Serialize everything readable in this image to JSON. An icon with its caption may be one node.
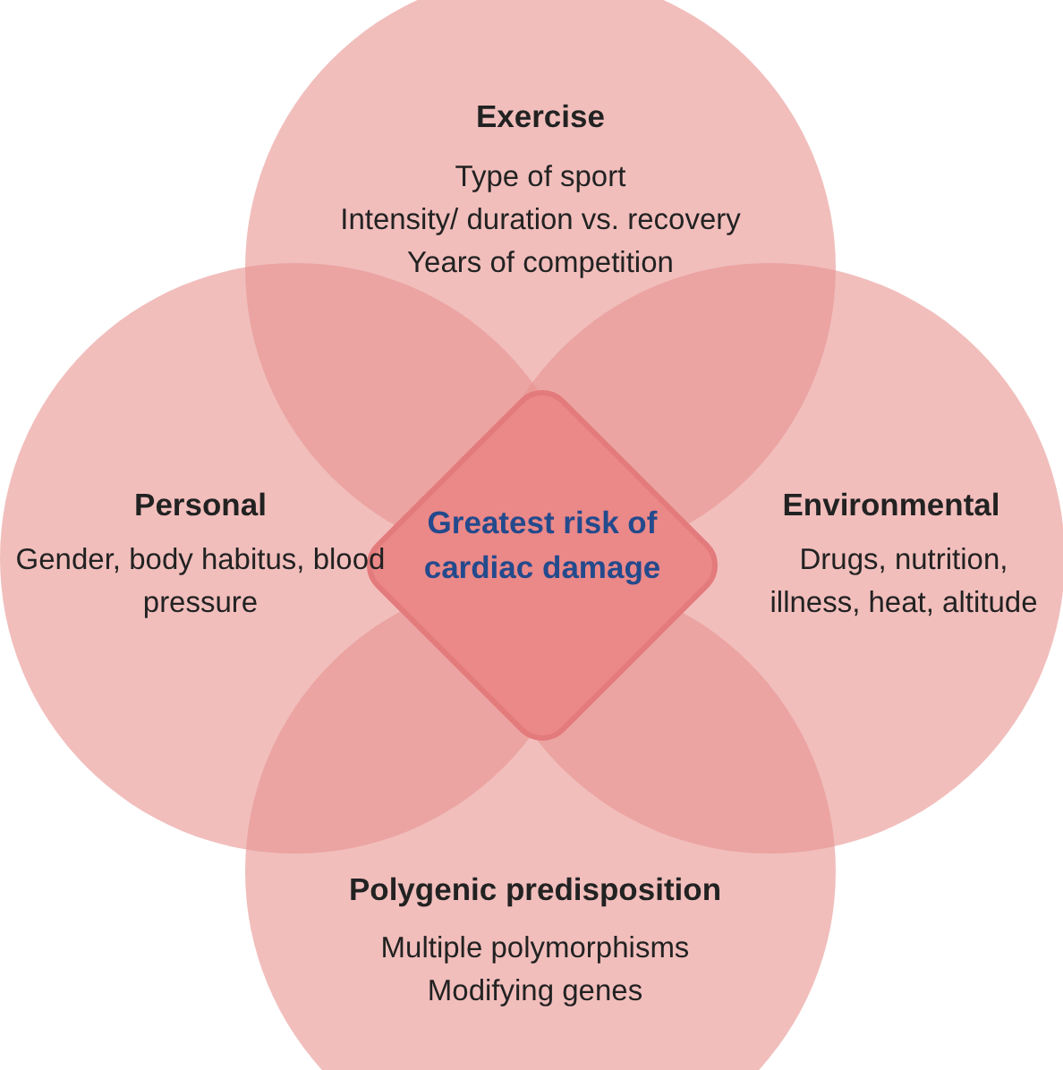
{
  "diagram": {
    "nodes": [
      {
        "text": [
          "Exercise",
          "Type of sport",
          "Intensity/ duration vs. recovery",
          "Years of competition"
        ]
      },
      {
        "text": [
          "Personal",
          "Gender, body habitus, blood pressure"
        ]
      },
      {
        "text": [
          "Environmental",
          "Drugs, nutrition, illness, heat, altitude"
        ]
      },
      {
        "text": [
          "Polygenic predisposition",
          "Multiple polymorphisms",
          "Modifying genes"
        ]
      },
      {
        "text": [
          "Greatest risk of cardiac damage"
        ]
      }
    ]
  }
}
